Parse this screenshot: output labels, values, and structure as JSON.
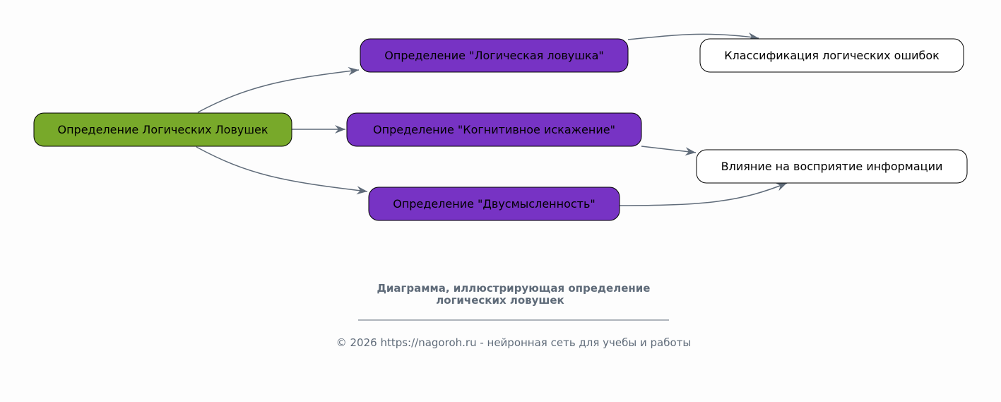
{
  "colors": {
    "root": "#78a92a",
    "definition": "#7733c4",
    "leaf": "#ffffff",
    "edge": "#5f6b79",
    "text_muted": "#5f6b79"
  },
  "nodes": {
    "root": "Определение Логических Ловушек",
    "def_trap": "Определение \"Логическая ловушка\"",
    "def_cognitive": "Определение \"Когнитивное искажение\"",
    "def_ambiguity": "Определение \"Двусмысленность\"",
    "classification": "Классификация логических ошибок",
    "influence": "Влияние на восприятие информации"
  },
  "caption": {
    "line1": "Диаграмма, иллюстрирующая определение",
    "line2": "логических ловушек",
    "footer": "© 2026 https://nagoroh.ru - нейронная сеть для учебы и работы"
  }
}
